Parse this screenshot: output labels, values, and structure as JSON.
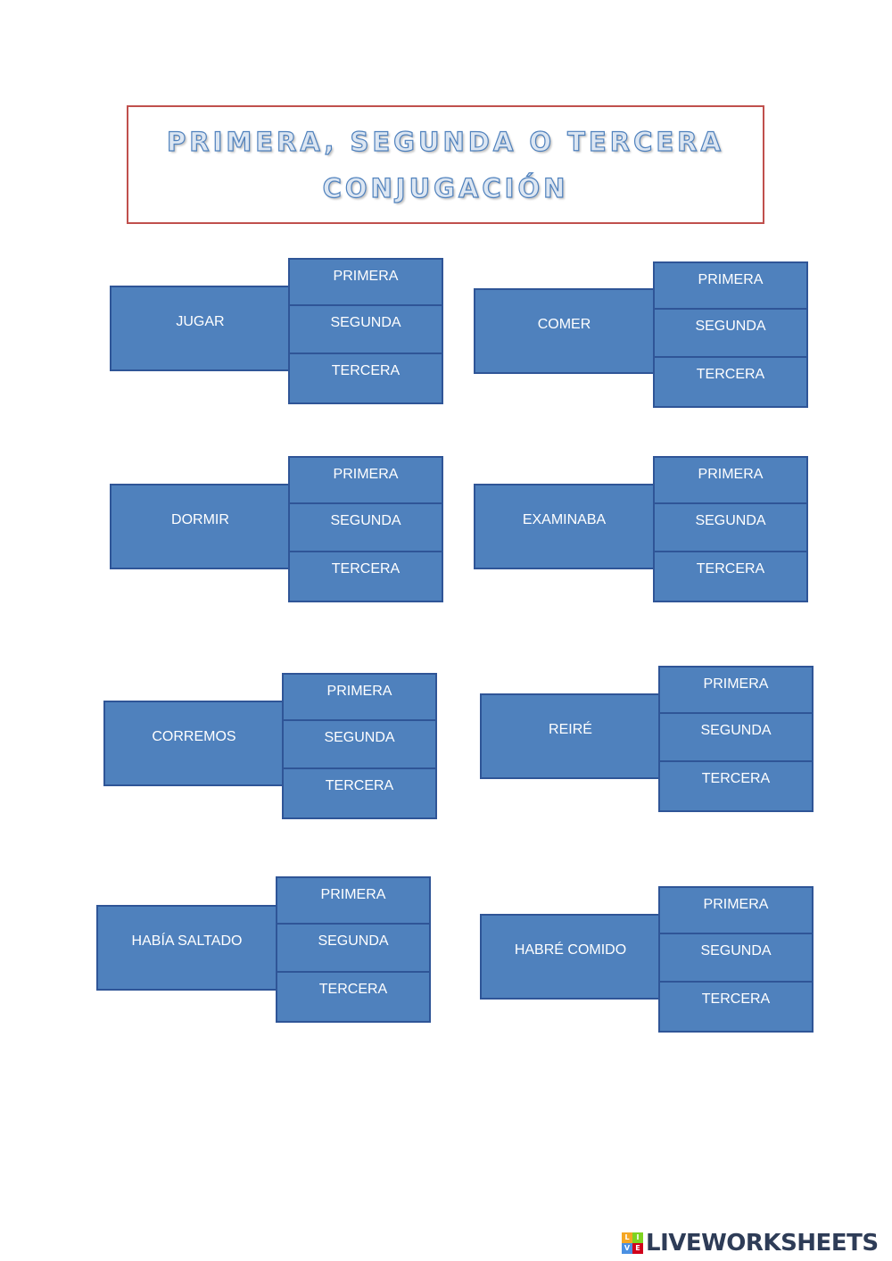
{
  "title": {
    "line1": "PRIMERA, SEGUNDA O TERCERA",
    "line2": "CONJUGACIÓN"
  },
  "options": [
    "PRIMERA",
    "SEGUNDA",
    "TERCERA"
  ],
  "verbs": [
    {
      "label": "JUGAR"
    },
    {
      "label": "COMER"
    },
    {
      "label": "DORMIR"
    },
    {
      "label": "EXAMINABA"
    },
    {
      "label": "CORREMOS"
    },
    {
      "label": "REIRÉ"
    },
    {
      "label": "HABÍA SALTADO"
    },
    {
      "label": "HABRÉ COMIDO"
    }
  ],
  "colors": {
    "box_fill": "#4f81bd",
    "box_border": "#2f5597",
    "title_border": "#c0504d"
  },
  "logo": {
    "mark_letters": [
      "L",
      "I",
      "V",
      "E"
    ],
    "text": "LIVEWORKSHEETS"
  }
}
